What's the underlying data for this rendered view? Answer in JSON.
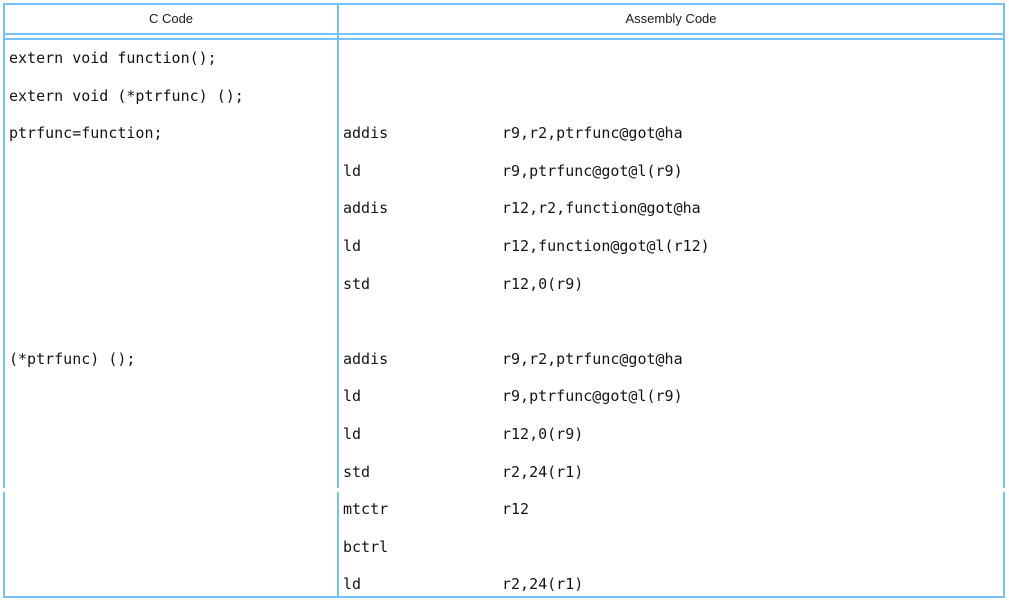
{
  "table": {
    "headers": {
      "c_code": "C Code",
      "assembly_code": "Assembly Code"
    },
    "border_color": "#74c0fc",
    "text_color": "#141414",
    "c_lines": [
      "extern void function();",
      "extern void (*ptrfunc) ();",
      "ptrfunc=function;",
      "",
      "",
      "",
      "",
      "",
      "(*ptrfunc) ();",
      "",
      "",
      "",
      "",
      "",
      ""
    ],
    "asm_lines": [
      {
        "mnemonic": "",
        "operands": ""
      },
      {
        "mnemonic": "",
        "operands": ""
      },
      {
        "mnemonic": "addis",
        "operands": "r9,r2,ptrfunc@got@ha"
      },
      {
        "mnemonic": "ld",
        "operands": "r9,ptrfunc@got@l(r9)"
      },
      {
        "mnemonic": "addis",
        "operands": "r12,r2,function@got@ha"
      },
      {
        "mnemonic": "ld",
        "operands": "r12,function@got@l(r12)"
      },
      {
        "mnemonic": "std",
        "operands": "r12,0(r9)"
      },
      {
        "mnemonic": "",
        "operands": ""
      },
      {
        "mnemonic": "addis",
        "operands": "r9,r2,ptrfunc@got@ha"
      },
      {
        "mnemonic": "ld",
        "operands": "r9,ptrfunc@got@l(r9)"
      },
      {
        "mnemonic": "ld",
        "operands": "r12,0(r9)"
      },
      {
        "mnemonic": "std",
        "operands": "r2,24(r1)"
      },
      {
        "mnemonic": "mtctr",
        "operands": "r12"
      },
      {
        "mnemonic": "bctrl",
        "operands": ""
      },
      {
        "mnemonic": "ld",
        "operands": "r2,24(r1)"
      }
    ]
  }
}
